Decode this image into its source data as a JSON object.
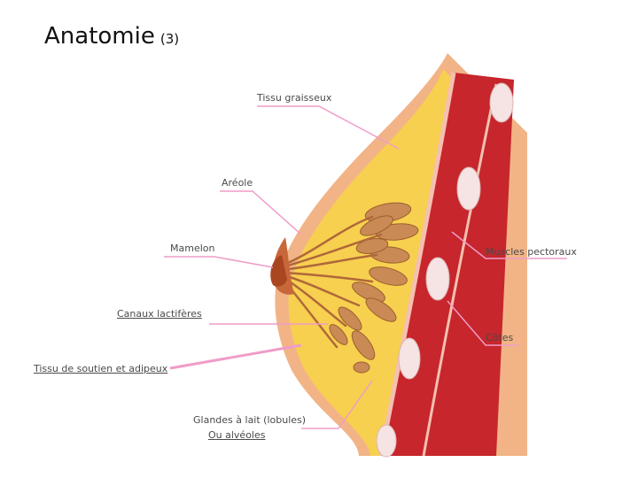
{
  "page": {
    "title": "Anatomie",
    "title_suffix": "(3)"
  },
  "labels": {
    "tissu_graisseux": "Tissu graisseux",
    "areole": "Aréole",
    "mamelon": "Mamelon",
    "muscles_pectoraux": "Muscles pectoraux",
    "canaux_lactiferes": "Canaux lactifères",
    "cotes": "Côtes",
    "tissu_soutien": "Tissu de soutien et adipeux",
    "glandes_lait": "Glandes à lait (lobules)",
    "alveoles": "Ou alvéoles"
  },
  "colors": {
    "skin": "#f2b486",
    "fat": "#f7d04f",
    "muscle": "#c6262c",
    "gland": "#c98a55",
    "nipple": "#b8552c",
    "pointer": "#f09cc8"
  }
}
